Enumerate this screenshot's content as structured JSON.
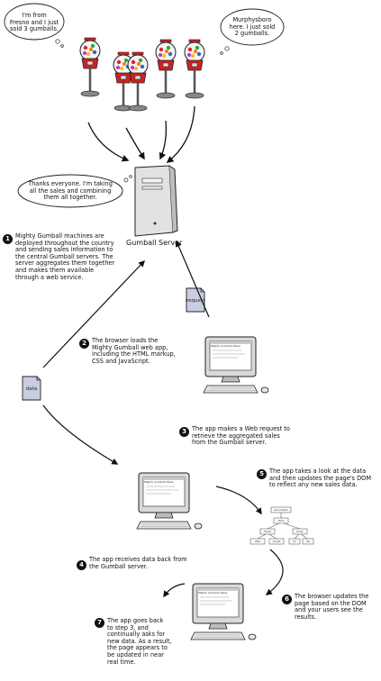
{
  "bubbles": {
    "fresno": [
      "I'm from",
      "Fresno and I just",
      "sold 3 gumballs."
    ],
    "murphysboro": [
      "Murphysboro",
      "here. I just sold",
      "2 gumballs."
    ],
    "server": [
      "Thanks everyone. I'm taking",
      "all the sales and combining",
      "them all together."
    ]
  },
  "server_label": "Gumball Server",
  "doc_labels": {
    "request": "request",
    "data": "data"
  },
  "screen_title": "Mighty Gumball Sales",
  "dom_labels": [
    "document",
    "html",
    "head",
    "body",
    "title",
    "script",
    "h1",
    "div"
  ],
  "steps": [
    {
      "num": "1",
      "lines": [
        "Mighty Gumball machines are",
        "deployed throughout the country",
        "and sending sales information to",
        "the central Gumball servers. The",
        "server aggregates them together",
        "and makes them available",
        "through a web service."
      ]
    },
    {
      "num": "2",
      "lines": [
        "The browser loads the",
        "Mighty Gumball web app,",
        "including the HTML markup,",
        "CSS and JavaScript."
      ]
    },
    {
      "num": "3",
      "lines": [
        "The app makes a Web request to",
        "retrieve the aggregated sales",
        "from the Gumball server."
      ]
    },
    {
      "num": "4",
      "lines": [
        "The app receives data back from",
        "the Gumball server."
      ]
    },
    {
      "num": "5",
      "lines": [
        "The app takes a look at the data",
        "and then updates the page's DOM",
        "to reflect any new sales data."
      ]
    },
    {
      "num": "6",
      "lines": [
        "The browser updates the",
        "page based on the DOM",
        "and your users see the",
        "results."
      ]
    },
    {
      "num": "7",
      "lines": [
        "The app goes back",
        "to step 3, and",
        "continually asks for",
        "new data. As a result,",
        "the page appears to",
        "be updated in near",
        "real time."
      ]
    }
  ]
}
